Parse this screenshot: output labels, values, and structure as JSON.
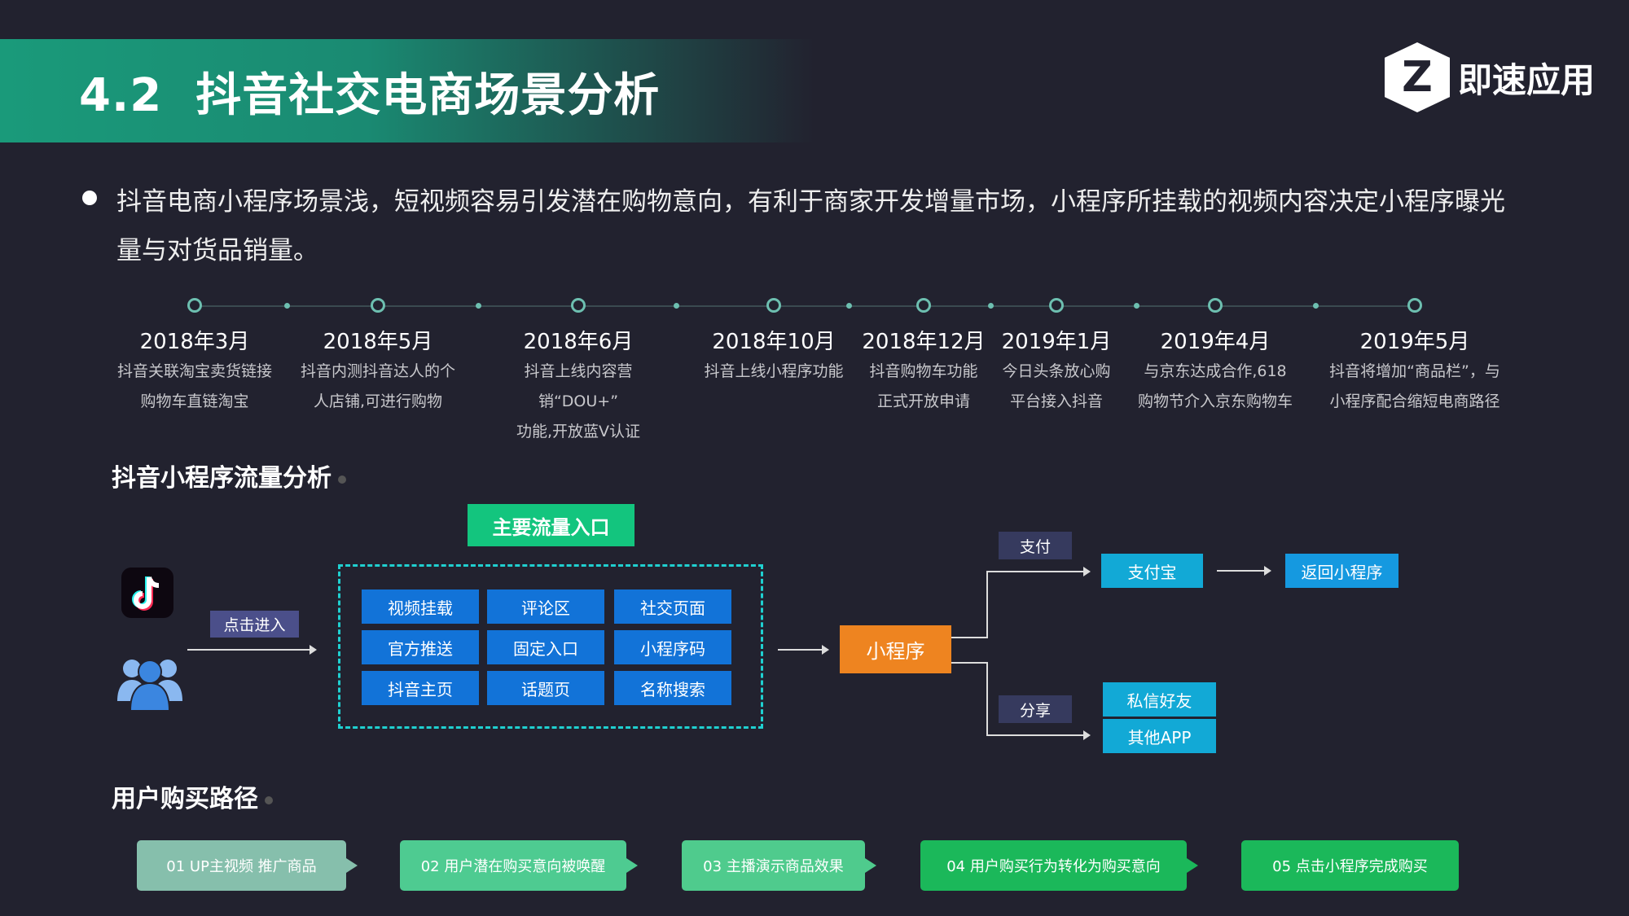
{
  "header": {
    "title": "4.2  抖音社交电商场景分析",
    "logo_mark": "Z",
    "logo_text": "即速应用"
  },
  "bullet": "抖音电商小程序场景浅，短视频容易引发潜在购物意向，有利于商家开发增量市场，小程序所挂载的视频内容决定小程序曝光量与对货品销量。",
  "timeline": [
    {
      "date": "2018年3月",
      "desc": "抖音关联淘宝卖货链接\n购物车直链淘宝"
    },
    {
      "date": "2018年5月",
      "desc": "抖音内测抖音达人的个\n人店铺,可进行购物"
    },
    {
      "date": "2018年6月",
      "desc": "抖音上线内容营销“DOU+”\n功能,开放蓝V认证"
    },
    {
      "date": "2018年10月",
      "desc": "抖音上线小程序功能"
    },
    {
      "date": "2018年12月",
      "desc": "抖音购物车功能\n正式开放申请"
    },
    {
      "date": "2019年1月",
      "desc": "今日头条放心购\n平台接入抖音"
    },
    {
      "date": "2019年4月",
      "desc": "与京东达成合作,618\n购物节介入京东购物车"
    },
    {
      "date": "2019年5月",
      "desc": "抖音将增加“商品栏”，与\n小程序配合缩短电商路径"
    }
  ],
  "traffic": {
    "title": "抖音小程序流量分析",
    "main_entry": "主要流量入口",
    "click_enter": "点击进入",
    "entries": [
      "视频挂载",
      "评论区",
      "社交页面",
      "官方推送",
      "固定入口",
      "小程序码",
      "抖音主页",
      "话题页",
      "名称搜索"
    ],
    "mini_program": "小程序",
    "pay": "支付",
    "alipay": "支付宝",
    "return": "返回小程序",
    "share": "分享",
    "private_msg": "私信好友",
    "other_app": "其他APP"
  },
  "path": {
    "title": "用户购买路径",
    "steps": [
      {
        "label": "01 UP主视频  推广商品",
        "color": "#86bfac"
      },
      {
        "label": "02 用户潜在购买意向被唤醒",
        "color": "#4ecb91"
      },
      {
        "label": "03 主播演示商品效果",
        "color": "#4fcb8d"
      },
      {
        "label": "04 用户购买行为转化为购买意向",
        "color": "#1bb85a"
      },
      {
        "label": "05 点击小程序完成购买",
        "color": "#1bb85a"
      }
    ]
  }
}
